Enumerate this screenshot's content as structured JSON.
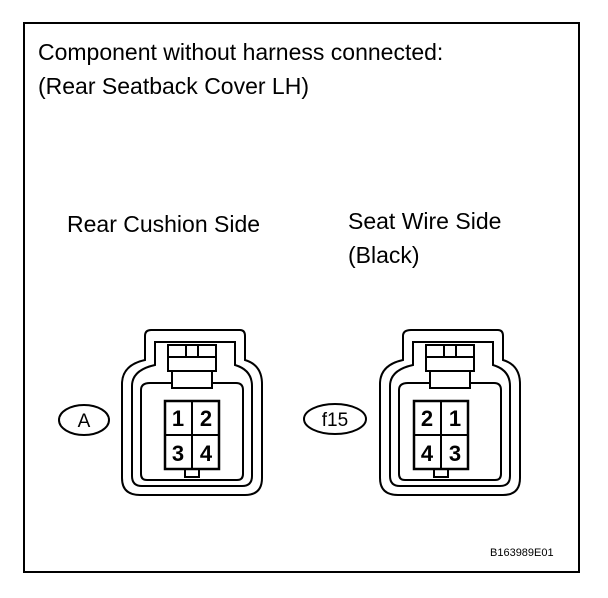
{
  "header": {
    "line1": "Component without harness connected:",
    "line2": "(Rear Seatback Cover LH)"
  },
  "connectors": [
    {
      "side_label": "Rear Cushion Side",
      "side_label_2": "",
      "id_label": "A",
      "pins": [
        "1",
        "2",
        "3",
        "4"
      ]
    },
    {
      "side_label": "Seat Wire Side",
      "side_label_2": "(Black)",
      "id_label": "f15",
      "pins": [
        "2",
        "1",
        "4",
        "3"
      ]
    }
  ],
  "footer": {
    "figure_code": "B163989E01"
  }
}
